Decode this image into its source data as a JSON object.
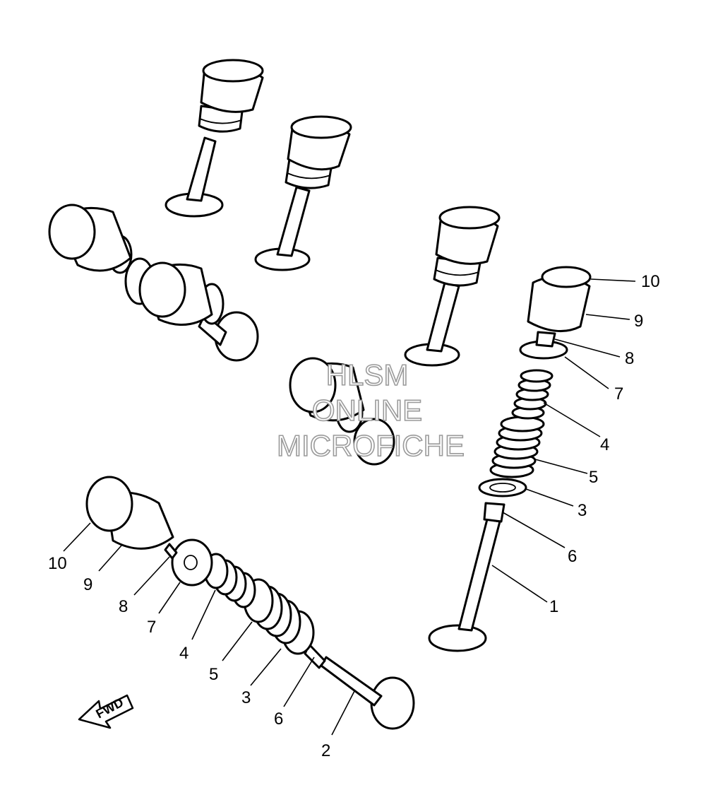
{
  "watermark": {
    "line1": "HLSM",
    "line2": "ONLINE",
    "line3": "MICROFICHE"
  },
  "direction_label": "FWD",
  "callouts_right": [
    "10",
    "9",
    "8",
    "7",
    "4",
    "5",
    "3",
    "6",
    "1"
  ],
  "callouts_left": [
    "10",
    "9",
    "8",
    "7",
    "4",
    "5",
    "3",
    "6",
    "2"
  ]
}
